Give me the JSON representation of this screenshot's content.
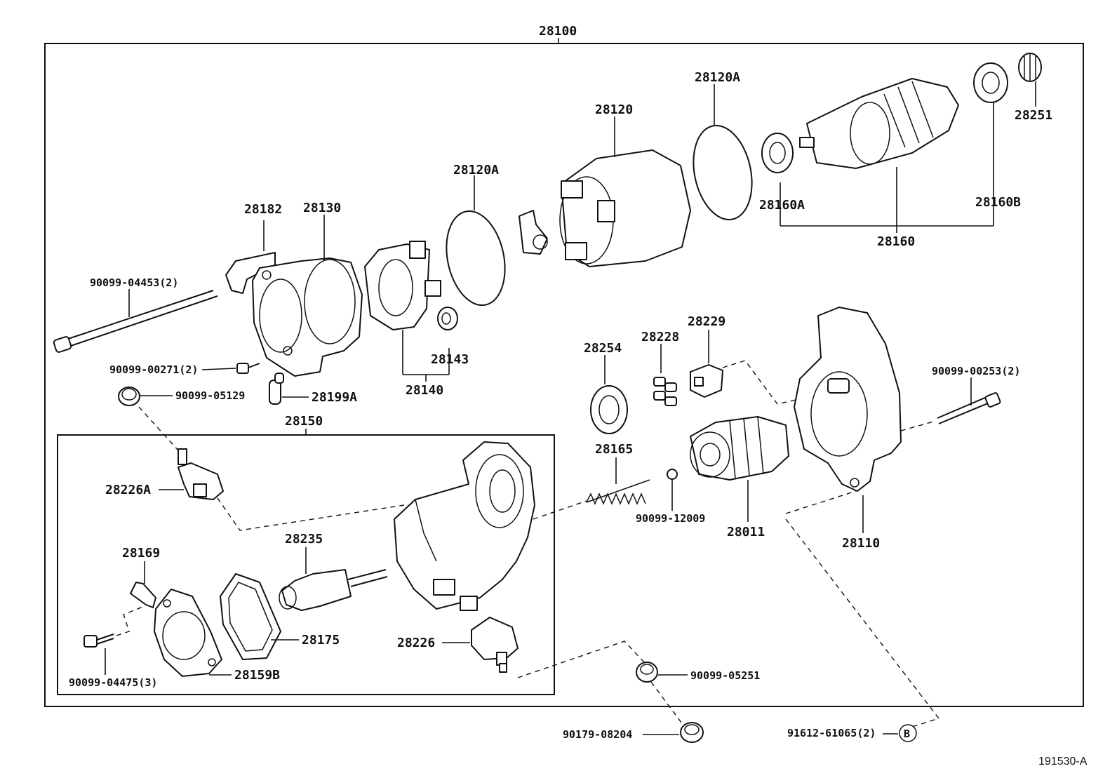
{
  "assembly": {
    "label": "28100"
  },
  "sub_assembly": {
    "label": "28150"
  },
  "parts": {
    "p28120a_top": "28120A",
    "p28120": "28120",
    "p28251": "28251",
    "p28120a_left": "28120A",
    "p28160a": "28160A",
    "p28160b": "28160B",
    "p28160": "28160",
    "p28182": "28182",
    "p28130": "28130",
    "p90099_04453": "90099-04453(2)",
    "p28143": "28143",
    "p28140": "28140",
    "p90099_00271": "90099-00271(2)",
    "p90099_05129": "90099-05129",
    "p28199a": "28199A",
    "p28254": "28254",
    "p28228": "28228",
    "p28229": "28229",
    "p90099_00253": "90099-00253(2)",
    "p28165": "28165",
    "p90099_12009": "90099-12009",
    "p28011": "28011",
    "p28110": "28110",
    "p28226a": "28226A",
    "p28235": "28235",
    "p28169": "28169",
    "p28175": "28175",
    "p28226": "28226",
    "p28159b": "28159B",
    "p90099_04475": "90099-04475(3)",
    "p90099_05251": "90099-05251",
    "p90179_08204": "90179-08204",
    "p91612_61065": "91612-61065(2)"
  },
  "callout_circle": "B",
  "reference": "191530-A"
}
